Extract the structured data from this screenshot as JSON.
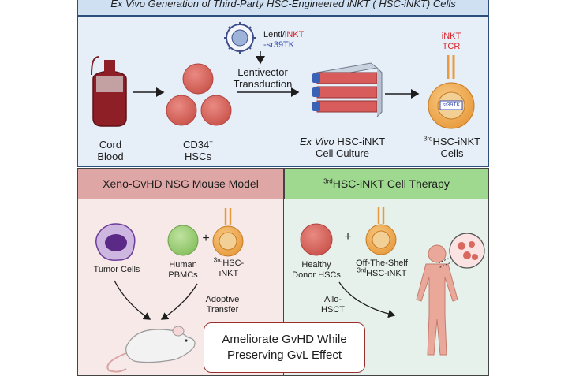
{
  "top_panel": {
    "title": "Ex Vivo Generation of Third-Party HSC-Engineered iNKT (   HSC-iNKT) Cells",
    "cord_blood": "Cord Blood",
    "cd34": "CD34",
    "cd34_sup": "+",
    "hscs": "HSCs",
    "lenti": "Lenti/",
    "inkt_red": "iNKT",
    "sr39tk": "-sr39TK",
    "lentivector": "Lentivector",
    "transduction": "Transduction",
    "exvivo_italic": "Ex Vivo",
    "hsc_inkt": " HSC-iNKT",
    "cell_culture": "Cell Culture",
    "inkt_tcr_1": "iNKT",
    "inkt_tcr_2": "TCR",
    "sr39tk_box": "sr39TK",
    "third_sup": "3rd",
    "hsc_inkt_cells": "HSC-iNKT",
    "cells": "Cells"
  },
  "left_panel": {
    "header": "Xeno-GvHD NSG Mouse Model",
    "tumor_cells": "Tumor Cells",
    "human": "Human",
    "pbmcs": "PBMCs",
    "plus": "+",
    "third_sup": "3rd",
    "hsc": "HSC-",
    "inkt": "iNKT",
    "adoptive": "Adoptive",
    "transfer": "Transfer"
  },
  "right_panel": {
    "header_sup": "3rd",
    "header": "HSC-iNKT Cell Therapy",
    "healthy": "Healthy",
    "donor_hscs": "Donor HSCs",
    "plus": "+",
    "off_the_shelf": "Off-The-Shelf",
    "third_sup": "3rd",
    "hsc_inkt": "HSC-iNKT",
    "allo": "Allo-",
    "hsct": "HSCT"
  },
  "outcome": {
    "line1": "Ameliorate GvHD While",
    "line2": "Preserving GvL Effect"
  },
  "colors": {
    "panel_blue": "#e6eef8",
    "header_red": "#dea7a5",
    "header_green": "#9fd98f",
    "cell_red": "#d9685f",
    "cell_orange": "#f2b15a",
    "cell_green": "#9fd07a",
    "cell_purple": "#5b2a86",
    "accent_red": "#d7262a",
    "accent_blue": "#3b4fb5"
  }
}
